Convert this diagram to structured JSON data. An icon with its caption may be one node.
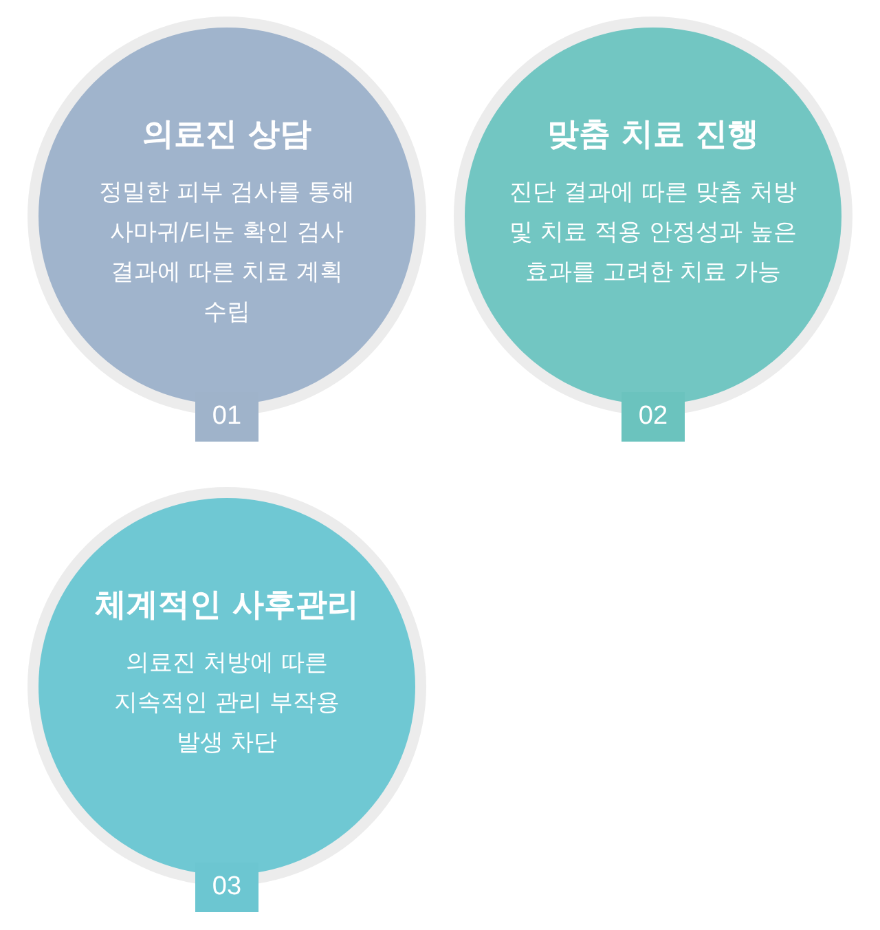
{
  "diagram": {
    "nodes": [
      {
        "text": [
          "의료진 상담",
          "정밀한 피부 검사를 통해 사마귀/티눈 확인 검사 결과에 따른 치료 계획 수립"
        ],
        "beside": [
          "01"
        ]
      },
      {
        "text": [
          "맞춤 치료 진행",
          "진단 결과에 따른 맞춤 처방 및 치료 적용 안정성과 높은 효과를 고려한 치료 가능"
        ],
        "beside": [
          "02"
        ]
      },
      {
        "text": [
          "체계적인 사후관리",
          "의료진 처방에 따른 지속적인 관리 부작용 발생 차단"
        ],
        "beside": [
          "03"
        ]
      }
    ]
  }
}
